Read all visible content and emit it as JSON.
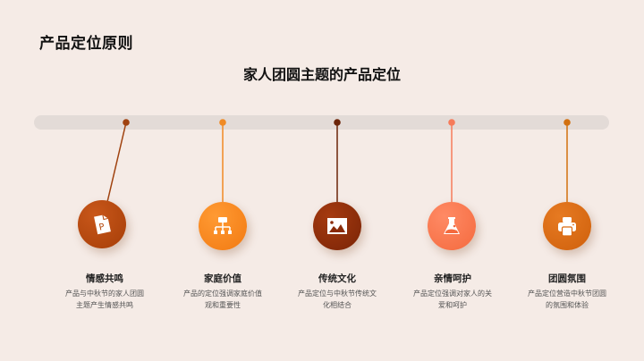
{
  "header": {
    "title": "产品定位原则",
    "subtitle": "家人团圆主题的产品定位"
  },
  "timeline": {
    "track_color": "#e3dbd7",
    "items": [
      {
        "label": "情感共鸣",
        "description": "产品与中秋节的家人团圆主题产生情感共鸣",
        "icon": "powerpoint-file-icon",
        "color": "#b5480c",
        "dot_color": "#a0420f"
      },
      {
        "label": "家庭价值",
        "description": "产品的定位强调家庭价值观和重要性",
        "icon": "hierarchy-icon",
        "color": "#f5861f",
        "dot_color": "#f08a24"
      },
      {
        "label": "传统文化",
        "description": "产品定位与中秋节传统文化相结合",
        "icon": "image-icon",
        "color": "#8a2a08",
        "dot_color": "#6b2408"
      },
      {
        "label": "亲情呵护",
        "description": "产品定位强调对家人的关爱和呵护",
        "icon": "flask-icon",
        "color": "#f7704a",
        "dot_color": "#f67b5a"
      },
      {
        "label": "团圆氛围",
        "description": "产品定位营造中秋节团圆的氛围和体验",
        "icon": "printer-icon",
        "color": "#db6a12",
        "dot_color": "#d2700f"
      }
    ]
  }
}
